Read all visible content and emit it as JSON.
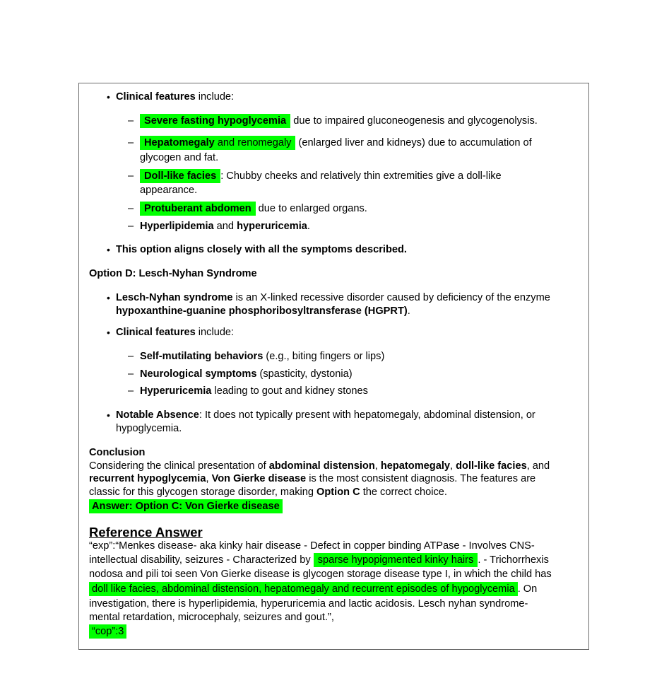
{
  "clinical_header": {
    "label": "Clinical features",
    "suffix": " include:"
  },
  "c_features": [
    {
      "hl": "Severe fasting hypoglycemia",
      "rest": " due to impaired gluconeogenesis and glycogenolysis."
    },
    {
      "hl_b": "Hepatomegaly",
      "hl_n": " and renomegaly",
      "rest1": " (enlarged liver and kidneys) due to accumulation of",
      "rest2": "glycogen and fat."
    },
    {
      "hl": "Doll-like facies",
      "rest1": ": Chubby cheeks and relatively thin extremities give a doll-like",
      "rest2": "appearance."
    },
    {
      "hl": "Protuberant abdomen",
      "rest": " due to enlarged organs."
    },
    {
      "b1": "Hyperlipidemia",
      "n1": " and ",
      "b2": "hyperuricemia",
      "n2": "."
    }
  ],
  "c_align": "This option aligns closely with all the symptoms described.",
  "option_d": "Option D: Lesch-Nyhan Syndrome",
  "d_intro": {
    "b1": "Lesch-Nyhan syndrome",
    "n1": " is an X-linked recessive disorder caused by deficiency of the enzyme",
    "b2": "hypoxanthine-guanine phosphoribosyltransferase (HGPRT)",
    "n2": "."
  },
  "d_clinical": {
    "label": "Clinical features",
    "suffix": " include:"
  },
  "d_features": [
    {
      "b": "Self-mutilating behaviors",
      "n": " (e.g., biting fingers or lips)"
    },
    {
      "b": "Neurological symptoms",
      "n": " (spasticity, dystonia)"
    },
    {
      "b": "Hyperuricemia",
      "n": " leading to gout and kidney stones"
    }
  ],
  "d_absence": {
    "b": "Notable Absence",
    "n1": ": It does not typically present with hepatomegaly, abdominal distension, or",
    "n2": "hypoglycemia."
  },
  "conclusion": {
    "title": "Conclusion",
    "l1_a": "Considering the clinical presentation of ",
    "l1_b1": "abdominal distension",
    "l1_c": ", ",
    "l1_b2": "hepatomegaly",
    "l1_d": ", ",
    "l1_b3": "doll-like facies",
    "l1_e": ", and",
    "l2_b1": "recurrent hypoglycemia",
    "l2_a": ", ",
    "l2_b2": "Von Gierke disease",
    "l2_c": " is the most consistent diagnosis. The features are",
    "l3_a": "classic for this glycogen storage disorder, making ",
    "l3_b": "Option C",
    "l3_c": " the correct choice.",
    "answer": "Answer: Option C: Von Gierke disease"
  },
  "reference": {
    "title": "Reference Answer",
    "l1": "“exp”:“Menkes disease- aka kinky hair disease - Defect in copper binding ATPase - Involves CNS-",
    "l2_a": "intellectual disability, seizures - Characterized by ",
    "l2_hl": "sparse hypopigmented kinky hairs",
    "l2_b": ". - Trichorrhexis",
    "l3": "nodosa and pili toi seen Von Gierke disease is glycogen storage disease type I, in which the child has",
    "l4_hl": "doll like facies, abdominal distension, hepatomegaly and recurrent episodes of hypoglycemia",
    "l4_b": ". On",
    "l5": "investigation, there is hyperlipidemia, hyperuricemia and lactic acidosis. Lesch nyhan syndrome-",
    "l6": "mental retardation, microcephaly, seizures and gout.”,",
    "cop": "“cop”:3"
  },
  "colors": {
    "highlight": "#00ff00",
    "border": "#6b6b6b"
  }
}
